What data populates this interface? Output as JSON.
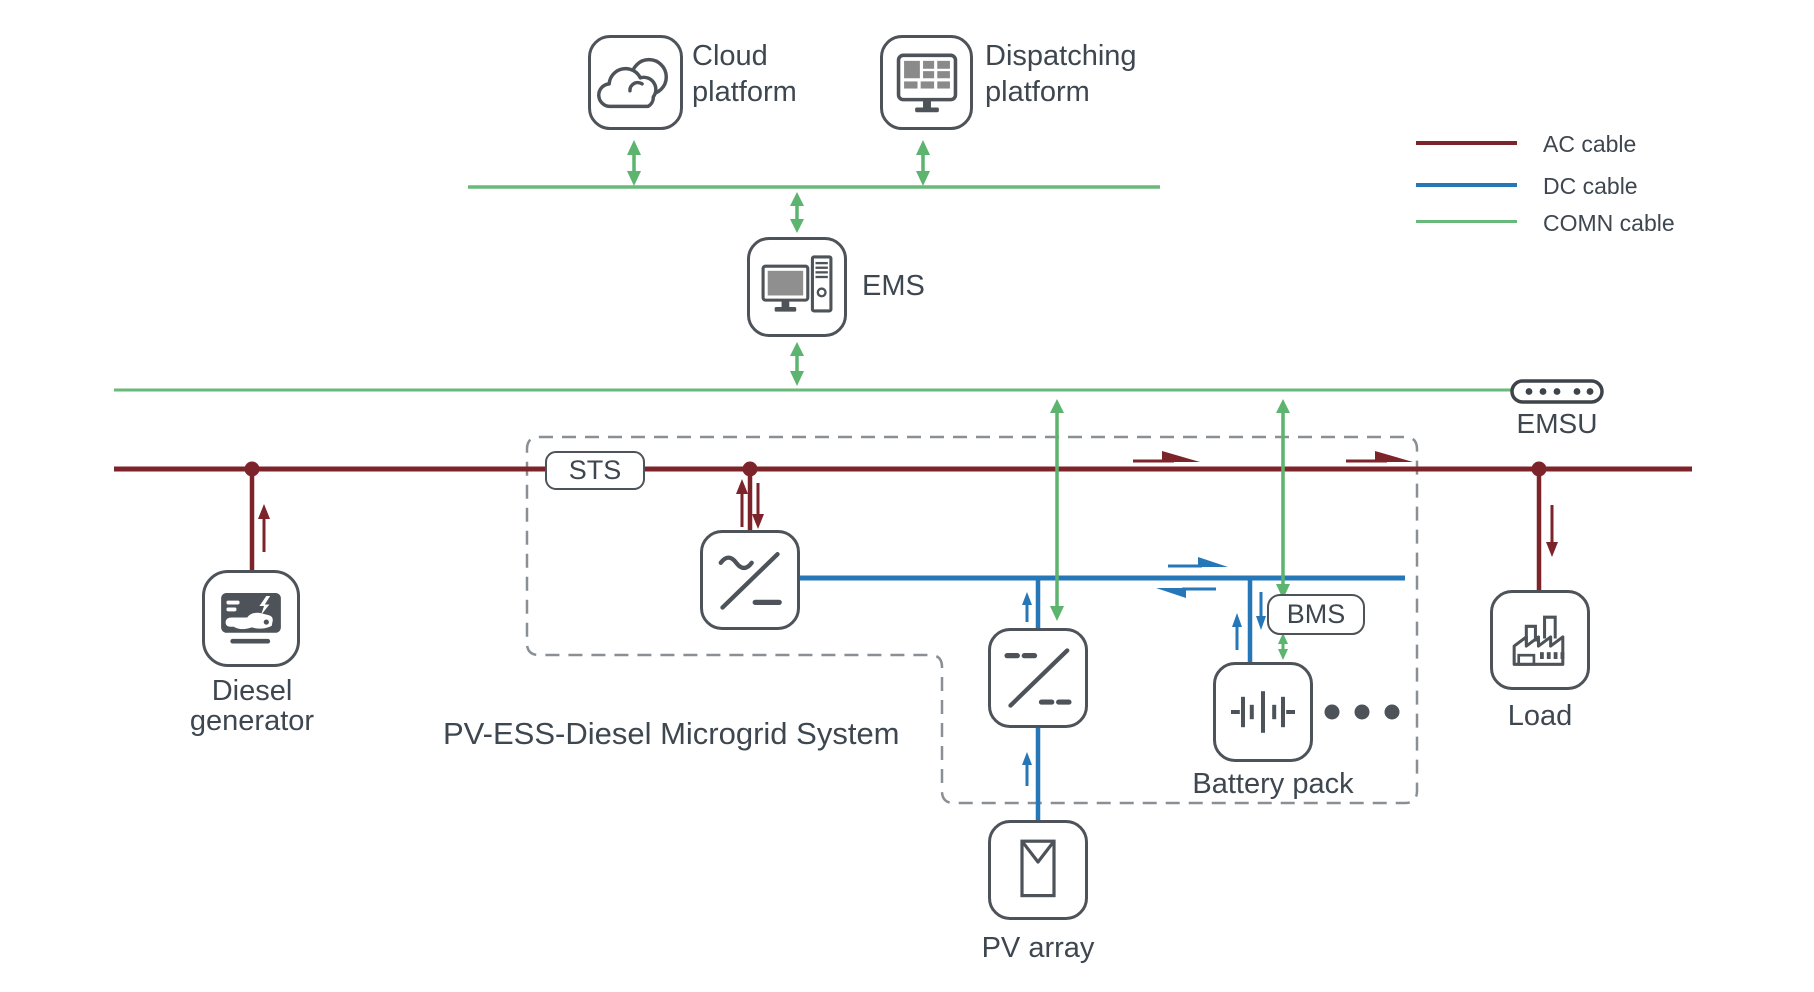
{
  "diagram": {
    "title": "PV-ESS-Diesel Microgrid System",
    "legend": [
      {
        "label": "AC cable",
        "color": "#7d242a"
      },
      {
        "label": "DC cable",
        "color": "#2577b8"
      },
      {
        "label": "COMN cable",
        "color": "#68b97a"
      }
    ],
    "nodes": {
      "cloud": "Cloud platform",
      "dispatching": "Dispatching platform",
      "ems": "EMS",
      "emsu": "EMSU",
      "sts": "STS",
      "bms": "BMS",
      "diesel": "Diesel generator",
      "battery": "Battery pack",
      "load": "Load",
      "pv": "PV array"
    },
    "colors": {
      "ac_cable": "#7d242a",
      "dc_cable": "#2577b8",
      "comn_cable": "#68b97a",
      "dashed_border": "#898f95",
      "icon_stroke": "#4d5358",
      "label_text": "#3e4750"
    }
  }
}
